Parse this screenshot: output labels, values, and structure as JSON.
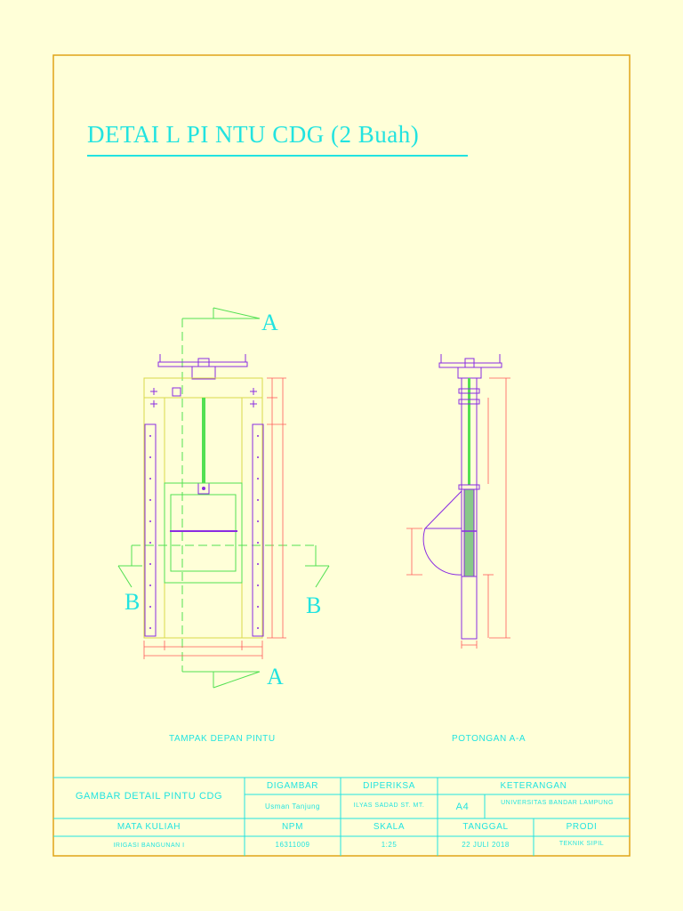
{
  "drawing": {
    "title": "DETAI L PI NTU CDG (2 Buah)",
    "views": [
      {
        "caption": "TAMPAK DEPAN PINTU"
      },
      {
        "caption": "POTONGAN A-A"
      }
    ],
    "section_labels": {
      "a_top": "A",
      "a_bottom": "A",
      "b_left": "B",
      "b_right": "B"
    }
  },
  "title_block": {
    "drawing_name": "GAMBAR DETAIL PINTU CDG",
    "digambar_label": "DIGAMBAR",
    "digambar_value": "Usman Tanjung",
    "diperiksa_label": "DIPERIKSA",
    "diperiksa_value": "ILYAS SADAD ST. MT.",
    "keterangan_label": "KETERANGAN",
    "sheet_size": "A4",
    "institution": "UNIVERSITAS BANDAR LAMPUNG",
    "mata_kuliah_label": "MATA KULIAH",
    "mata_kuliah_value": "IRIGASI BANGUNAN I",
    "npm_label": "NPM",
    "npm_value": "16311009",
    "skala_label": "SKALA",
    "skala_value": "1:25",
    "tanggal_label": "TANGGAL",
    "tanggal_value": "22 JULI 2018",
    "prodi_label": "PRODI",
    "prodi_value": "TEKNIK SIPIL"
  },
  "colors": {
    "background": "#ffffd8",
    "border": "#e0a418",
    "cyan": "#22e3e0",
    "purple": "#8a2be2",
    "green": "#52e052",
    "red": "#ff5a5a",
    "yellow": "#d8d84a"
  }
}
